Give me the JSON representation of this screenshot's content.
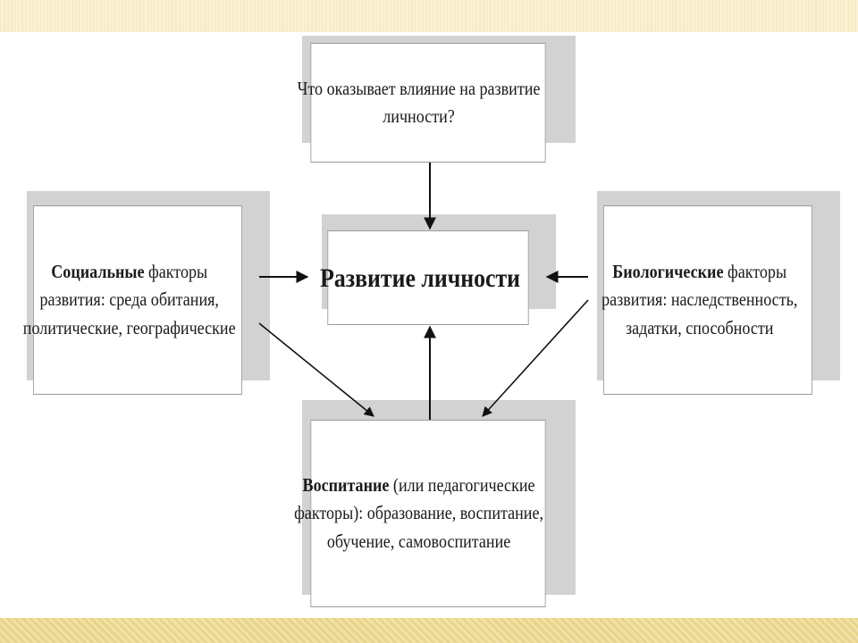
{
  "diagram": {
    "question_box": {
      "text": "Что оказывает влияние на развитие личности?"
    },
    "center_box": {
      "text": "Развитие личности"
    },
    "social_box": {
      "bold": "Социальные",
      "text": " факторы развития: среда обитания, политические, географические"
    },
    "biological_box": {
      "bold": "Биологические",
      "text": " факторы развития: наследственность, задатки, способности"
    },
    "upbringing_box": {
      "bold": "Воспитание",
      "text": " (или педагогические факторы): образование, воспитание, обучение, самовоспитание"
    }
  }
}
